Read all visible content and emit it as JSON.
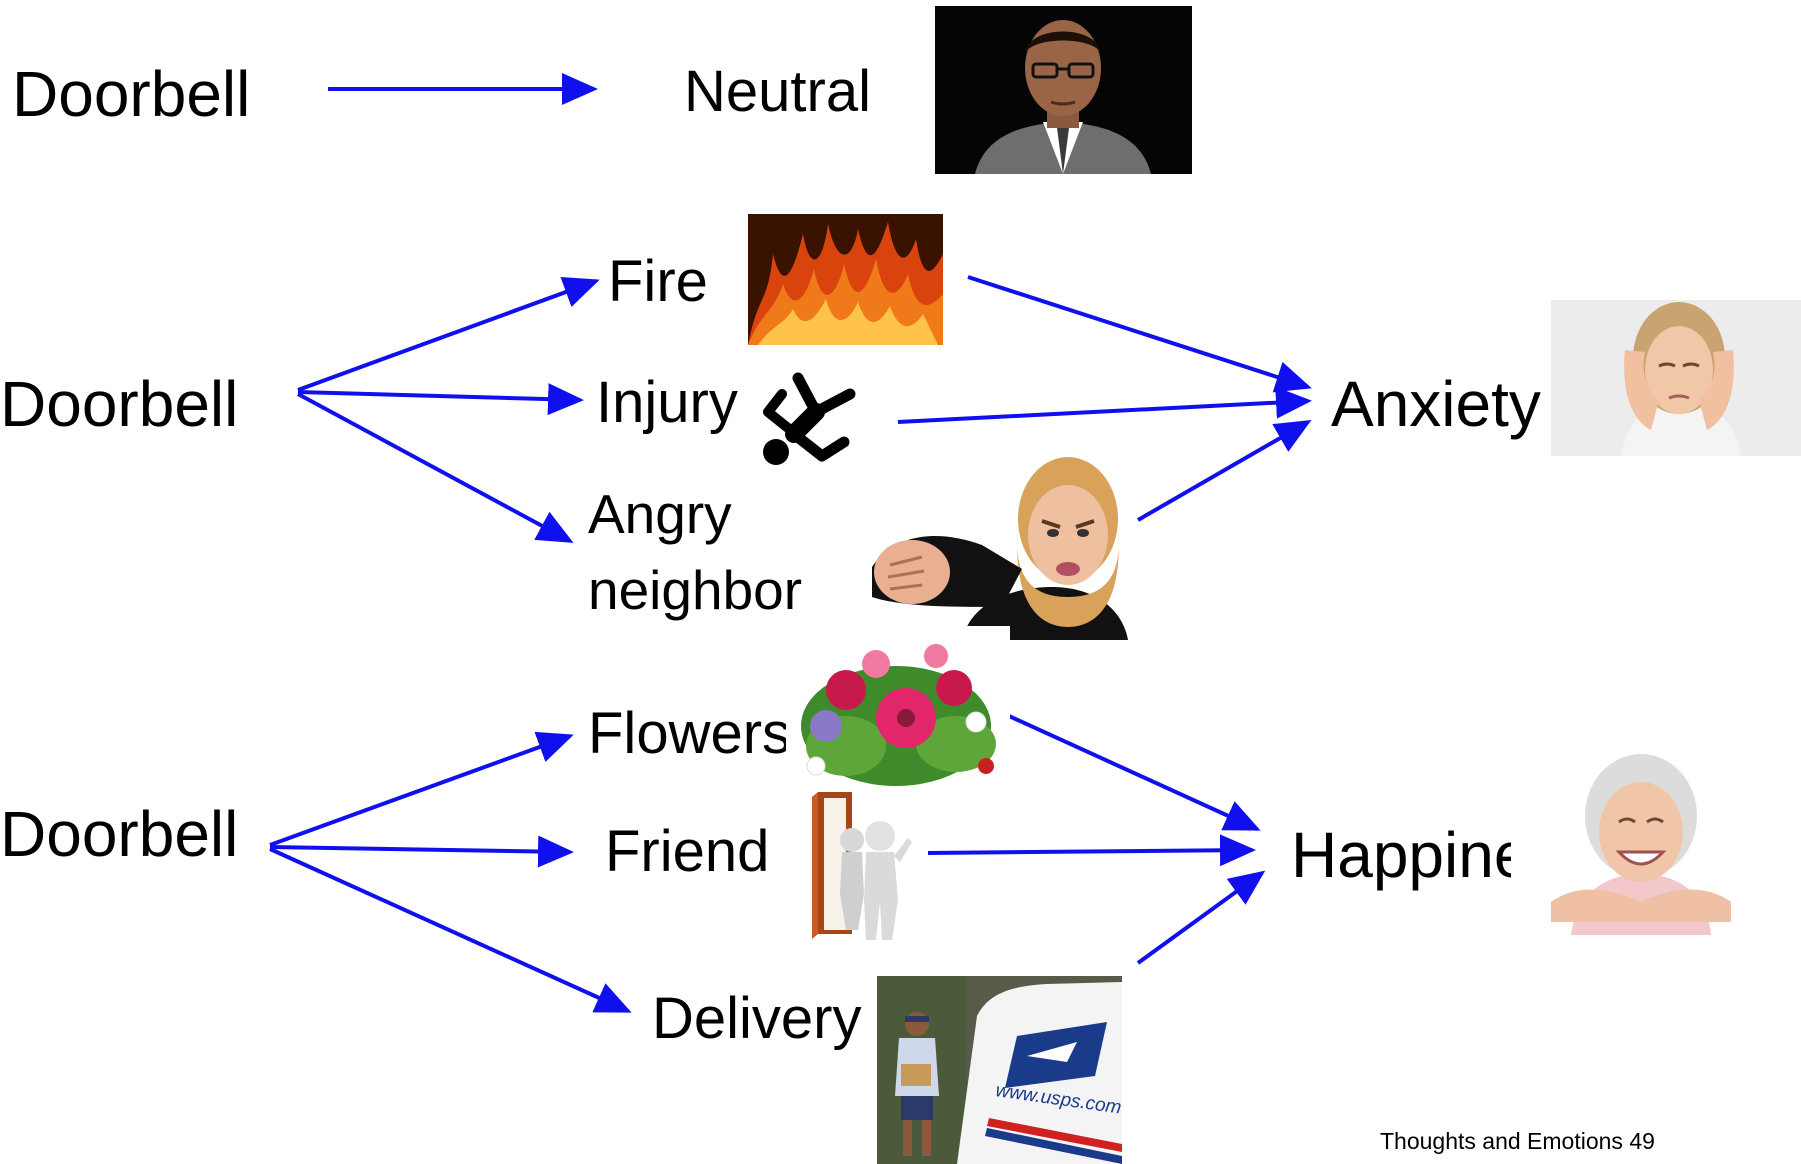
{
  "arrow_color": "#1010ee",
  "rows": {
    "neutral": {
      "trigger": "Doorbell",
      "outcome": "Neutral",
      "picture": "neutral-man-portrait"
    },
    "anxiety": {
      "trigger": "Doorbell",
      "thoughts": [
        {
          "label": "Fire",
          "picture": "fire-photo"
        },
        {
          "label": "Injury",
          "picture": "falling-person-icon"
        },
        {
          "label": "Angry\nneighbor",
          "picture": "angry-woman-pointing-photo"
        }
      ],
      "emotion": "Anxiety",
      "emotion_picture": "worried-woman-photo"
    },
    "happiness": {
      "trigger": "Doorbell",
      "thoughts": [
        {
          "label": "Flowers",
          "picture": "flower-bouquet-photo"
        },
        {
          "label": "Friend",
          "picture": "friend-at-door-figure"
        },
        {
          "label": "Delivery",
          "picture": "mail-carrier-usps-truck-photo"
        }
      ],
      "emotion": "Happiness",
      "emotion_picture": "smiling-older-woman-photo"
    }
  },
  "usps_text": "www.usps.com",
  "footer": "Thoughts and Emotions 49"
}
